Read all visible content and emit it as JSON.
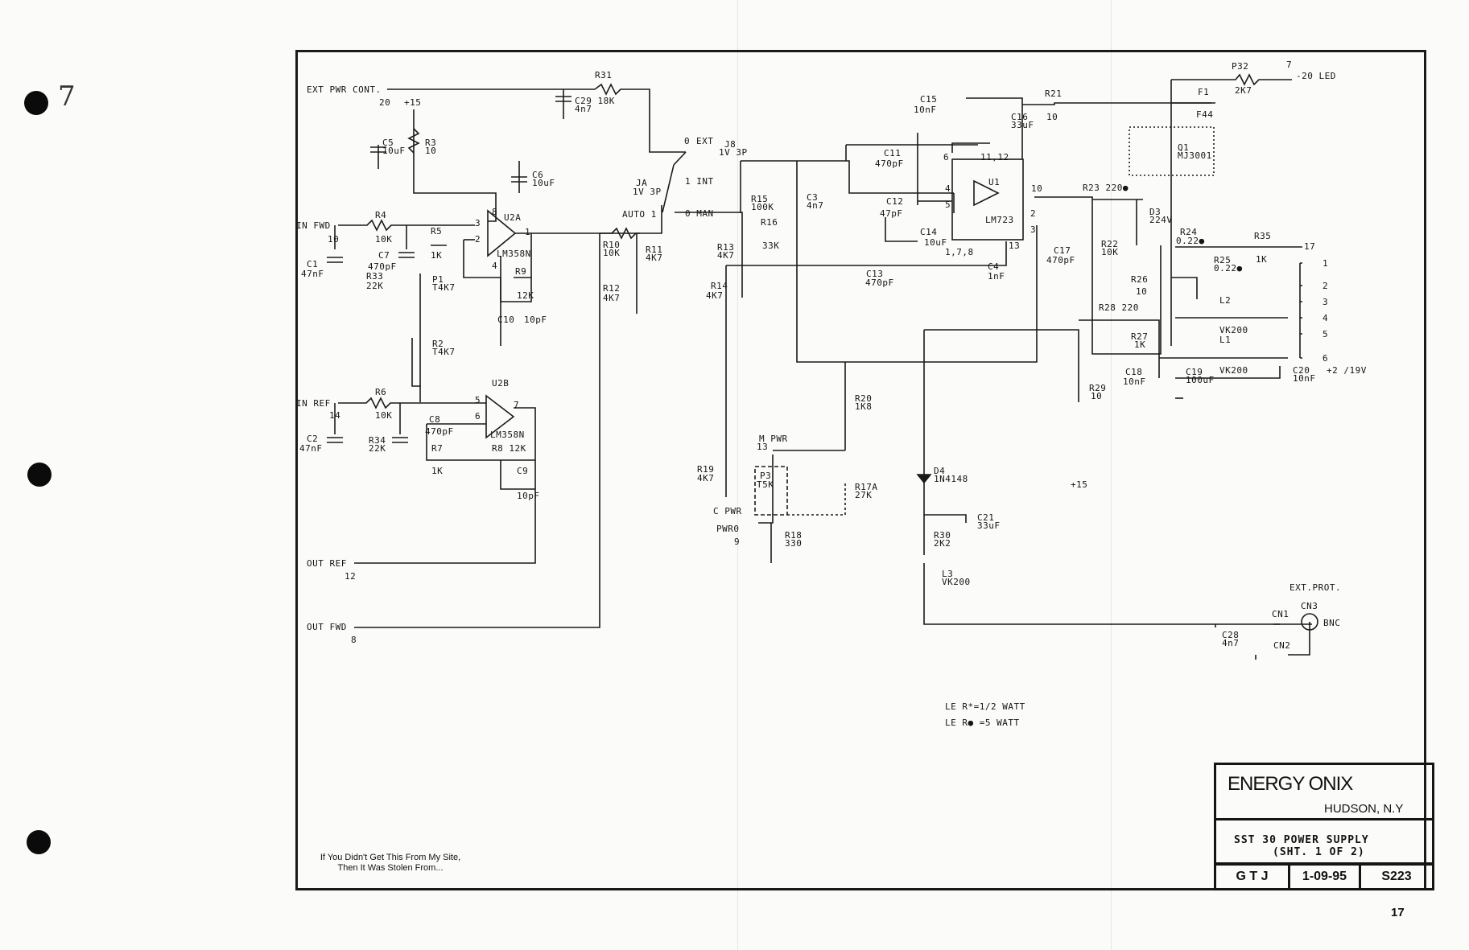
{
  "title_block": {
    "company": "ENERGY ONIX",
    "city": "HUDSON, N.Y",
    "title": "SST 30 POWER SUPPLY",
    "sheet": "(SHT. 1 OF 2)",
    "drawn_by": "G T J",
    "date": "1-09-95",
    "drawing_no": "S223"
  },
  "page_number": "17",
  "margin_mark": "7",
  "watermark_note": [
    "If You Didn't Get This From My Site,",
    "Then It Was Stolen From..."
  ],
  "notes": [
    "LE R*=1/2 WATT",
    "LE R● =5 WATT"
  ],
  "labels": {
    "ext_pwr": "EXT PWR CONT.",
    "n20": "20",
    "p15a": "+15",
    "r31": "R31",
    "c29": "C29 18K",
    "c29v": "4n7",
    "r3": "R3",
    "r3v": "10",
    "c5": "C5",
    "c5v": "10uF",
    "c6": "C6",
    "c6v": "10uF",
    "in_fwd": "IN FWD",
    "n10": "10",
    "r4": "R4",
    "r4v": "10K",
    "c1": "C1",
    "c1v": "47nF",
    "c7": "C7",
    "c7v": "470pF",
    "r33": "R33",
    "r33v": "22K",
    "r5": "R5",
    "r5v": "1K",
    "u2a": "U2A",
    "lm358n_a": "LM358N",
    "p8": "8",
    "p3": "3",
    "p2": "2",
    "p1": "1",
    "p4": "4",
    "r9": "R9",
    "r9v": "12K",
    "c10": "C10",
    "c10v": "10pF",
    "p1pot": "P1",
    "p1v": "T4K7",
    "r2": "R2",
    "r2v": "T4K7",
    "in_ref": "IN REF",
    "n14": "14",
    "r6": "R6",
    "r6v": "10K",
    "c2": "C2",
    "c2v": "47nF",
    "r34": "R34",
    "r34v": "22K",
    "c8": "C8",
    "c8v": "470pF",
    "r7": "R7",
    "r7v": "1K",
    "u2b": "U2B",
    "lm358n_b": "LM358N",
    "r8": "R8  12K",
    "p5": "5",
    "p6": "6",
    "p7": "7",
    "c9": "C9",
    "c9v": "10pF",
    "out_ref": "OUT REF",
    "n12": "12",
    "out_fwd": "OUT FWD",
    "n8": "8",
    "ext": "EXT",
    "j8": "J8",
    "j8v": "1V 3P",
    "int": "1 INT",
    "ja": "JA",
    "jav": "1V 3P",
    "auto": "AUTO 1",
    "man": "0 MAN",
    "o_ext": "0",
    "r10": "R10",
    "r10v": "10K",
    "r11": "R11",
    "r11v": "4K7",
    "r12": "R12",
    "r12v": "4K7",
    "r15": "R15",
    "r15v": "100K",
    "c3": "C3",
    "c3v": "4n7",
    "r16": "R16",
    "r16v": "33K",
    "r13": "R13",
    "r13v": "4K7",
    "r14": "R14",
    "r14v": "4K7",
    "c11": "C11",
    "c11v": "470pF",
    "c12": "C12",
    "c12v": "47pF",
    "c13": "C13",
    "c13v": "470pF",
    "c14": "C14",
    "c14v": "10uF",
    "c15": "C15",
    "c15v": "10nF",
    "c16": "C16",
    "c16v": "33uF",
    "r21": "R21",
    "r21v": "10",
    "u1": "U1",
    "lm723": "LM723",
    "p1112": "11,12",
    "p6u": "6",
    "p4u": "4",
    "p5u": "5",
    "p10": "10",
    "p2u": "2",
    "p3u": "3",
    "p13": "13",
    "p178": "1,7,8",
    "c4": "C4",
    "c4v": "1nF",
    "c17": "C17",
    "c17v": "470pF",
    "r23": "R23 220●",
    "r22": "R22",
    "r22v": "10K",
    "p32": "P32",
    "p32v": "2K7",
    "n7": "7",
    "led": "-20 LED",
    "f1": "F1",
    "f44": "F44",
    "q1": "Q1",
    "q1v": "MJ3001",
    "d3": "D3",
    "d3v": "224V",
    "r24": "R24",
    "r24v": "0.22●",
    "r25": "R25",
    "r25v": "0.22●",
    "r35": "R35",
    "r35v": "1K",
    "n17": "17",
    "r26": "R26",
    "r26v": "10",
    "r28": "R28  220",
    "r27": "R27",
    "r27v": "1K",
    "l2": "L2",
    "l2v": "VK200",
    "l1": "L1",
    "l1v": "VK200",
    "c18": "C18",
    "c18v": "10nF",
    "c19": "C19",
    "c19v": "100uF",
    "c20": "C20",
    "c20v": "10nF",
    "v19": "+2 /19V",
    "o1": "1",
    "o2": "2",
    "o3": "3",
    "o4": "4",
    "o5": "5",
    "o6": "6",
    "r29": "R29",
    "r29v": "10",
    "p15b": "+15",
    "r20": "R20",
    "r20v": "1K8",
    "r19": "R19",
    "r19v": "4K7",
    "m_pwr": "M PWR",
    "n13": "13",
    "c_pwr": "C PWR",
    "pwr0": "PWR0",
    "n9": "9",
    "p3pot": "P3",
    "p3v": "T5K",
    "r18": "R18",
    "r18v": "330",
    "r17": "R17A",
    "r17v": "27K",
    "d4": "D4",
    "d4v": "1N4148",
    "c21": "C21",
    "c21v": "33uF",
    "r30": "R30",
    "r30v": "2K2",
    "l3": "L3",
    "l3v": "VK200",
    "ext_prot": "EXT.PROT.",
    "cn3": "CN3",
    "cn1": "CN1",
    "bnc": "BNC",
    "cn2": "CN2",
    "c28": "C28",
    "c28v": "4n7"
  }
}
